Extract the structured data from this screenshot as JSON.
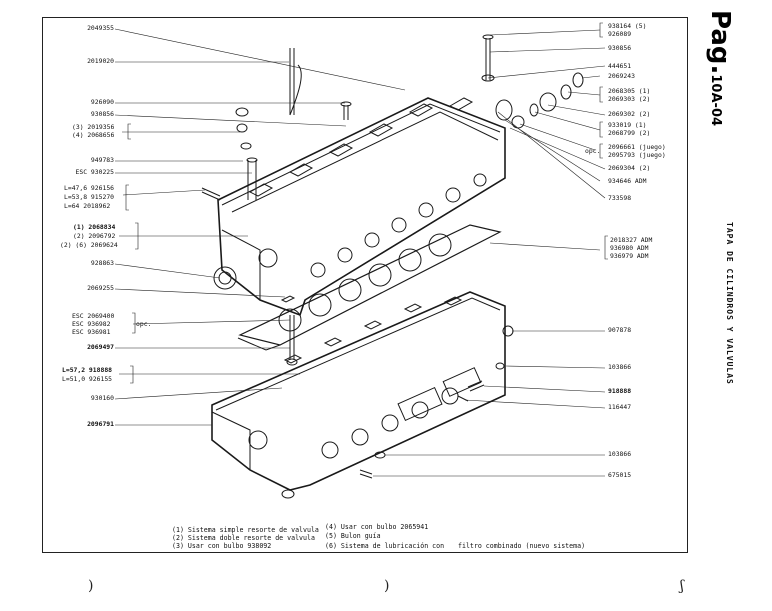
{
  "page": {
    "prefix": "Pag.",
    "number": "10A-04",
    "title": "TAPA DE CILINDROS Y VALVULAS"
  },
  "labels_left": [
    {
      "id": "l1",
      "text": "2049355"
    },
    {
      "id": "l2",
      "text": "2019020"
    },
    {
      "id": "l3",
      "text": "926090"
    },
    {
      "id": "l4",
      "text": "930856"
    },
    {
      "id": "l5",
      "text": "(3) 2019356"
    },
    {
      "id": "l6",
      "text": "(4) 2068656"
    },
    {
      "id": "l7",
      "text": "949783"
    },
    {
      "id": "l8",
      "text": "ESC  930225"
    },
    {
      "id": "l9",
      "text": "L=47,6 926156"
    },
    {
      "id": "l10",
      "text": "L=53,8 915270"
    },
    {
      "id": "l11",
      "text": "L=64  2018962"
    },
    {
      "id": "l12",
      "text": "(1) 2068834"
    },
    {
      "id": "l13",
      "text": "(2) 2096792"
    },
    {
      "id": "l14",
      "text": "(2) (6) 2069624"
    },
    {
      "id": "l15",
      "text": "928863"
    },
    {
      "id": "l16",
      "text": "2069255"
    },
    {
      "id": "l17",
      "text": "ESC 2069400"
    },
    {
      "id": "l18",
      "text": "ESC  936982"
    },
    {
      "id": "l19",
      "text": "ESC  936981"
    },
    {
      "id": "l20",
      "text": "opc."
    },
    {
      "id": "l21",
      "text": "2069497"
    },
    {
      "id": "l22",
      "text": "L=57,2 918888"
    },
    {
      "id": "l23",
      "text": "L=51,0 926155"
    },
    {
      "id": "l24",
      "text": "930160"
    },
    {
      "id": "l25",
      "text": "2096791"
    }
  ],
  "labels_right": [
    {
      "id": "r1",
      "text": "938164 (5)"
    },
    {
      "id": "r2",
      "text": "926089"
    },
    {
      "id": "r3",
      "text": "930856"
    },
    {
      "id": "r4",
      "text": "444651"
    },
    {
      "id": "r5",
      "text": "2069243"
    },
    {
      "id": "r6",
      "text": "2068305 (1)"
    },
    {
      "id": "r7",
      "text": "2069303 (2)"
    },
    {
      "id": "r8",
      "text": "2069302 (2)"
    },
    {
      "id": "r9",
      "text": "933019 (1)"
    },
    {
      "id": "r10",
      "text": "2068799 (2)"
    },
    {
      "id": "r11",
      "text": "opc."
    },
    {
      "id": "r12",
      "text": "2096661 (juego)"
    },
    {
      "id": "r13",
      "text": "2095793 (juego)"
    },
    {
      "id": "r14",
      "text": "2069304 (2)"
    },
    {
      "id": "r15",
      "text": "934646 ADM"
    },
    {
      "id": "r16",
      "text": "733598"
    },
    {
      "id": "r17",
      "text": "2018327 ADM"
    },
    {
      "id": "r18",
      "text": "936980  ADM"
    },
    {
      "id": "r19",
      "text": "936979  ADM"
    },
    {
      "id": "r20",
      "text": "907878"
    },
    {
      "id": "r21",
      "text": "103866"
    },
    {
      "id": "r22",
      "text": "918888"
    },
    {
      "id": "r23",
      "text": "116447"
    },
    {
      "id": "r24",
      "text": "103866"
    },
    {
      "id": "r25",
      "text": "675015"
    }
  ],
  "notes": {
    "n1": "(1) Sistema simple resorte de valvula",
    "n2": "(2) Sistema doble resorte de valvula",
    "n3": "(3) Usar con bulbo 938092",
    "n4": "(4) Usar con bulbo 2065941",
    "n5": "(5) Bulon guía",
    "n6": "(6) Sistema de lubricación con",
    "n6b": "filtro combinado (nuevo sistema)"
  },
  "marks": {
    "m1": ")",
    "m2": ")",
    "m3": "ʃ"
  }
}
